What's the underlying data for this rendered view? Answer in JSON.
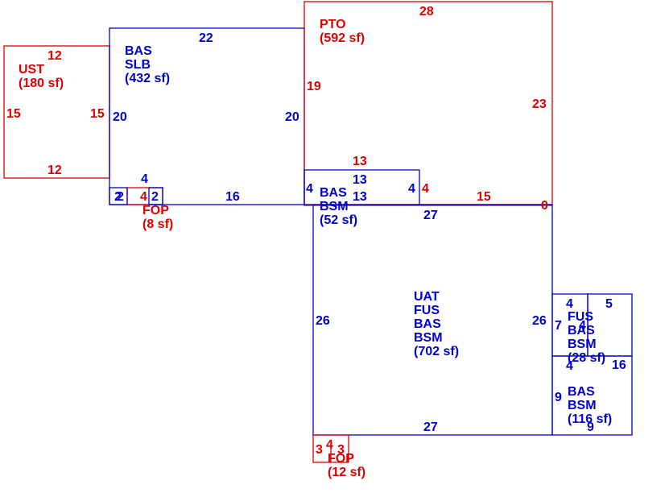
{
  "colors": {
    "blue": "#0000cc",
    "red": "#dd0000",
    "background": "#ffffff"
  },
  "areas": {
    "ust": {
      "code": "UST",
      "area": "(180 sf)"
    },
    "bas_slb": {
      "code1": "BAS",
      "code2": "SLB",
      "area": "(432 sf)"
    },
    "pto": {
      "code": "PTO",
      "area": "(592 sf)"
    },
    "fop_small": {
      "code": "FOP",
      "area": "(8 sf)"
    },
    "bas_bsm_52": {
      "code1": "BAS",
      "code2": "BSM",
      "area": "(52 sf)"
    },
    "uat": {
      "code1": "UAT",
      "code2": "FUS",
      "code3": "BAS",
      "code4": "BSM",
      "area": "(702 sf)"
    },
    "fus_28": {
      "code1": "FUS",
      "code2": "BAS",
      "code3": "BSM",
      "area": "(28 sf)"
    },
    "bas_bsm_116": {
      "code1": "BAS",
      "code2": "BSM",
      "area": "(116 sf)"
    },
    "fop_12": {
      "code": "FOP",
      "area": "(12 sf)"
    }
  },
  "dimensions": {
    "ust_top": "12",
    "ust_left": "15",
    "ust_right": "15",
    "ust_bottom": "12",
    "slb_top": "22",
    "slb_left": "20",
    "slb_right": "20",
    "slb_bottom": "16",
    "slb_corner_left": "2",
    "slb_corner_top": "4",
    "fop_small_left": "2",
    "fop_small_inner": "4",
    "fop_small_right": "2",
    "pto_top": "28",
    "pto_left": "19",
    "pto_right": "23",
    "pto_bottom": "15",
    "pto_zero": "0",
    "bsm52_top_red": "13",
    "bsm52_top": "13",
    "bsm52_bottom": "13",
    "bsm52_left": "4",
    "bsm52_right": "4",
    "bsm52_right_red": "4",
    "uat_top": "27",
    "uat_left": "26",
    "uat_right": "26",
    "uat_bottom": "27",
    "fus_top": "4",
    "fus_left": "7",
    "fus_right_top": "4",
    "fus_bottom": "4",
    "rt_top": "5",
    "rt_right": "16",
    "b116_left": "9",
    "b116_bottom": "9",
    "fop12_left": "3",
    "fop12_top": "4",
    "fop12_right": "3"
  }
}
